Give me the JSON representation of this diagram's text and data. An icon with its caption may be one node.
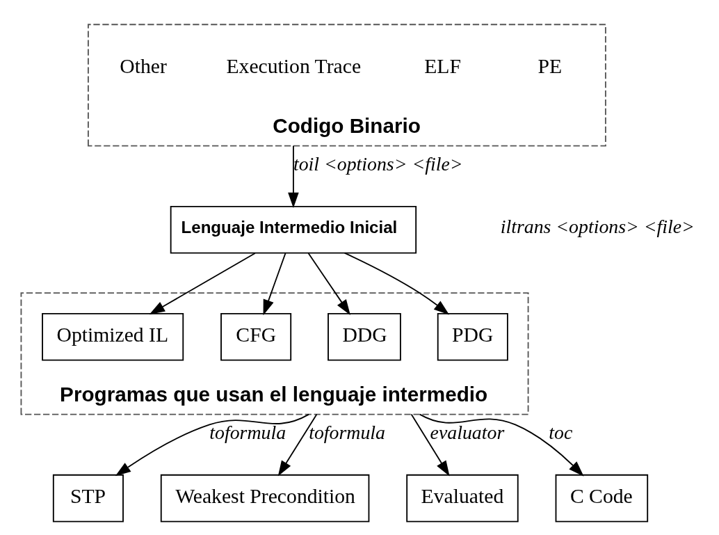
{
  "diagram": {
    "nodes": [
      {
        "text": [
          "Codigo Binario"
        ]
      },
      {
        "text": [
          "PE"
        ],
        "in": 0
      },
      {
        "text": [
          "ELF"
        ],
        "in": 0
      },
      {
        "text": [
          "Execution Trace"
        ],
        "in": 0
      },
      {
        "text": [
          "Other"
        ],
        "in": 0
      },
      {
        "text": [
          "Lenguaje Intermedio Inicial"
        ]
      },
      {
        "text": [
          "Programas que usan el lenguaje intermedio"
        ]
      },
      {
        "text": [
          "Optimized IL"
        ],
        "in": 6
      },
      {
        "text": [
          "CFG"
        ],
        "in": 6
      },
      {
        "text": [
          "DDG"
        ],
        "in": 6
      },
      {
        "text": [
          "PDG"
        ],
        "in": 6
      },
      {
        "text": [
          "STP"
        ]
      },
      {
        "text": [
          "Weakest Precondition"
        ]
      },
      {
        "text": [
          "Evaluated"
        ]
      },
      {
        "text": [
          "C Code"
        ]
      }
    ],
    "edges": [
      {
        "from": 0,
        "to": 5,
        "arrow": "to",
        "label": "toil <options> <file>"
      },
      {
        "from": 5,
        "to": 7,
        "arrow": "to"
      },
      {
        "from": 5,
        "to": 8,
        "arrow": "to"
      },
      {
        "from": 5,
        "to": 9,
        "arrow": "to"
      },
      {
        "from": 5,
        "to": 10,
        "arrow": "to"
      },
      {
        "from": 6,
        "to": 11,
        "arrow": "to",
        "label": "toformula"
      },
      {
        "from": 6,
        "to": 12,
        "arrow": "to",
        "label": "toformula"
      },
      {
        "from": 6,
        "to": 13,
        "arrow": "to",
        "label": "evaluator"
      },
      {
        "from": 6,
        "to": 14,
        "arrow": "to",
        "label": "toc"
      }
    ],
    "labels": [
      "iltrans <options> <file>"
    ]
  }
}
